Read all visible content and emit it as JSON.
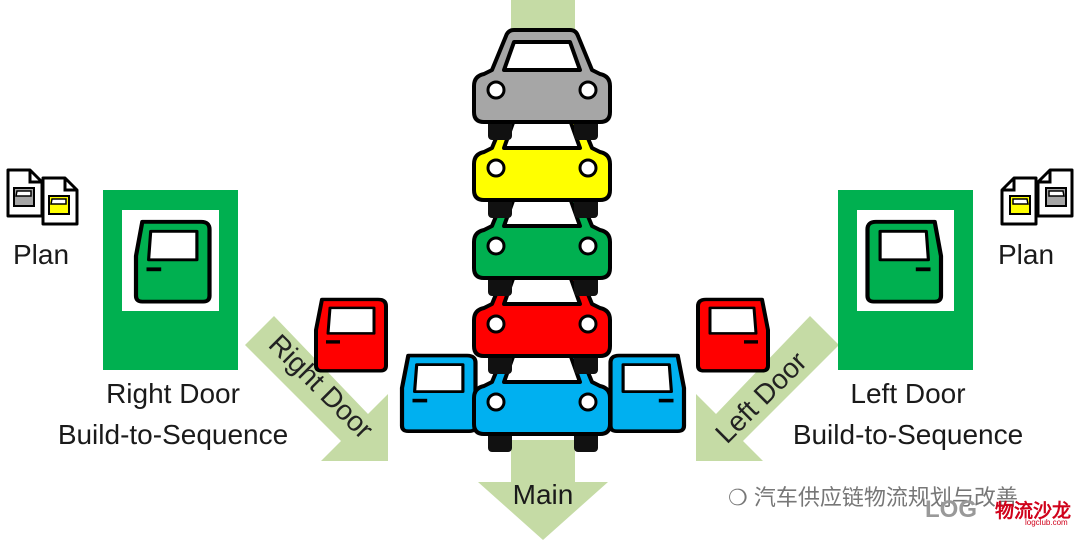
{
  "labels": {
    "plan_left": "Plan",
    "plan_right": "Plan",
    "right_door_line1": "Right Door",
    "right_door_line2": "Build-to-Sequence",
    "left_door_line1": "Left Door",
    "left_door_line2": "Build-to-Sequence",
    "right_door_arrow": "Right Door",
    "left_door_arrow": "Left Door",
    "main_arrow": "Main"
  },
  "cars": [
    {
      "color_name": "gray",
      "color": "#a6a6a6"
    },
    {
      "color_name": "yellow",
      "color": "#ffff00"
    },
    {
      "color_name": "green",
      "color": "#00b050"
    },
    {
      "color_name": "red",
      "color": "#ff0000"
    },
    {
      "color_name": "blue",
      "color": "#00b0f0"
    }
  ],
  "colors": {
    "station_green": "#00b050",
    "arrow_green": "#c5dba5",
    "door_red": "#ff0000",
    "door_blue": "#00b0f0",
    "plan_yellow": "#ffff00",
    "plan_gray": "#a6a6a6"
  },
  "watermark": {
    "text": "汽车供应链物流规划与改善",
    "logo_mark": "LOG",
    "logo_text": "物流沙龙",
    "logo_url": "logclub.com"
  }
}
